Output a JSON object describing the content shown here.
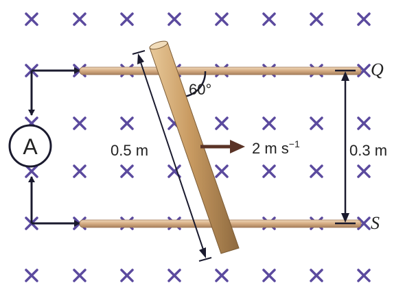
{
  "labels": {
    "rail_top": "Q",
    "rail_bottom": "S",
    "ammeter": "A",
    "angle": "60°",
    "rod_length": "0.5 m",
    "velocity_main": "2 m s",
    "velocity_sup": "−1",
    "separation": "0.3 m"
  },
  "field": {
    "symbol": "×",
    "direction": "into page"
  },
  "colors": {
    "field_cross": "#5b4a9e",
    "rail": "#d9b48c",
    "rod": "#c89a5e",
    "velocity_arrow": "#5a3326",
    "wire": "#1a1a2e"
  }
}
